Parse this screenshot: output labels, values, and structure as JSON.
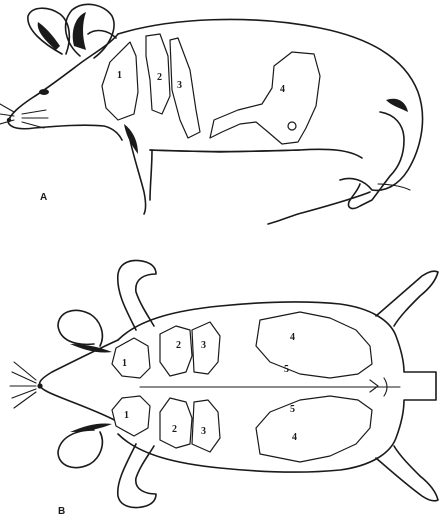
{
  "panels": [
    {
      "id": "A",
      "label": "A",
      "gland_labels": [
        "1",
        "2",
        "3",
        "4"
      ]
    },
    {
      "id": "B",
      "label": "B",
      "gland_labels": [
        "1",
        "2",
        "3",
        "4",
        "5",
        "1",
        "2",
        "3",
        "4",
        "5"
      ]
    }
  ],
  "colors": {
    "ink": "#1a1a1a",
    "paper": "#ffffff"
  }
}
